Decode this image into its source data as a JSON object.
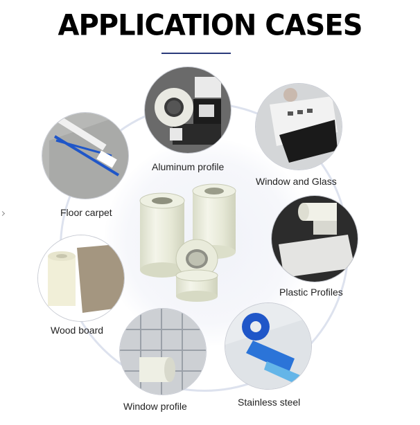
{
  "title": "APPLICATION CASES",
  "cases": [
    {
      "key": "aluminum",
      "label": "Aluminum profile",
      "icon": "aluminum-profile-tape-photo"
    },
    {
      "key": "window_glass",
      "label": "Window and Glass",
      "icon": "window-glass-film-photo"
    },
    {
      "key": "floor_carpet",
      "label": "Floor carpet",
      "icon": "floor-carpet-film-photo"
    },
    {
      "key": "plastic",
      "label": "Plastic Profiles",
      "icon": "plastic-profile-film-photo"
    },
    {
      "key": "wood",
      "label": "Wood board",
      "icon": "wood-board-film-photo"
    },
    {
      "key": "window_profile",
      "label": "Window profile",
      "icon": "window-profile-film-photo"
    },
    {
      "key": "stainless",
      "label": "Stainless steel",
      "icon": "stainless-steel-film-photo"
    }
  ],
  "product_image": "protective-film-rolls-photo",
  "colors": {
    "ring": "#dde2ee",
    "divider": "#2a3a7a",
    "film_blue": "#1f56c8"
  }
}
